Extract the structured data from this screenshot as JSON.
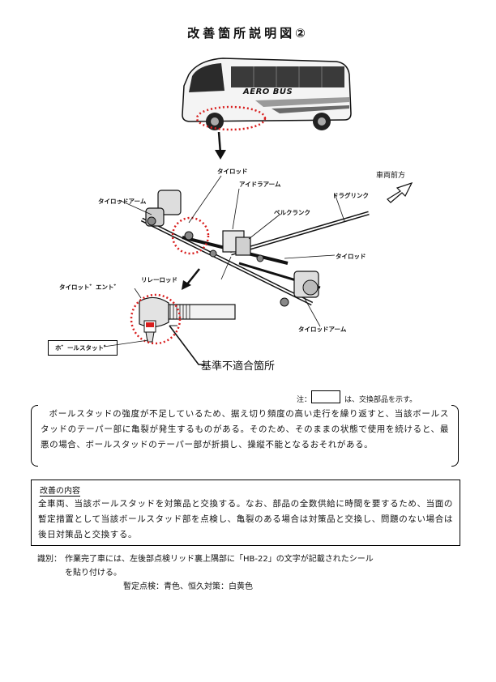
{
  "title": "改善箇所説明図②",
  "bus": {
    "brand": "AERO BUS"
  },
  "labels": {
    "tie_rod_top": "タイロッド",
    "idler_arm": "アイドラアーム",
    "forward": "車両前方",
    "drag_link": "ドラグリンク",
    "tie_rod_arm_left": "タイロッドアーム",
    "bell_crank": "ベルクランク",
    "tie_rod_right": "タイロッド",
    "relay_rod": "リレーロッド",
    "tie_rod_end": "タイロット゛エント゛",
    "ball_stud": "ホ゛ールスタット゛",
    "tie_rod_arm_bottom": "タイロッドアーム",
    "nonconforming": "基準不適合箇所"
  },
  "legend": {
    "prefix": "注：",
    "suffix": "は、交換部品を示す。"
  },
  "description": "ボールスタッドの強度が不足しているため、据え切り頻度の高い走行を繰り返すと、当該ボールスタッドのテーパー部に亀裂が発生するものがある。そのため、そのままの状態で使用を続けると、最悪の場合、ボールスタッドのテーパー部が折損し、操縦不能となるおそれがある。",
  "improvement": {
    "title": "改善の内容",
    "body": "全車両、当該ボールスタッドを対策品と交換する。なお、部品の全数供給に時間を要するため、当面の暫定措置として当該ボールスタッド部を点検し、亀裂のある場合は対策品と交換し、問題のない場合は後日対策品と交換する。"
  },
  "identification": {
    "label": "識別：",
    "line1": "作業完了車には、左後部点検リッド裏上隅部に「HB-22」の文字が記載されたシール",
    "line2": "を貼り付ける。",
    "line3": "暫定点検：青色、恒久対策：白黄色"
  },
  "colors": {
    "highlight": "#d81e1e",
    "ink": "#111111"
  }
}
